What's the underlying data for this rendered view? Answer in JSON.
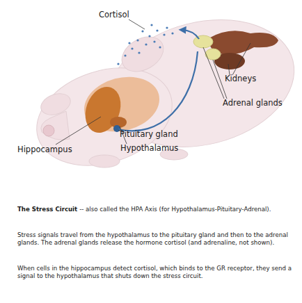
{
  "diagram": {
    "title": "The Stress Circuit",
    "caption": "-- also called the HPA Axis (for Hypothalamus-Pituitary-Adrenal).",
    "labels": [
      "Cortisol",
      "Kidneys",
      "Adrenal glands",
      "Pituitary gland",
      "Hippocampus",
      "Hypothalamus",
      "Stress signals travel from the hypothalamus to the pituitary gland and then to the adrenal glands. The adrenal glands release the hormone cortisol (and adrenaline, not shown).",
      "When cells in the hippocampus detect cortisol, which binds to the GR receptor, they send a signal to the hypothalamus that shuts down the stress circuit."
    ]
  }
}
